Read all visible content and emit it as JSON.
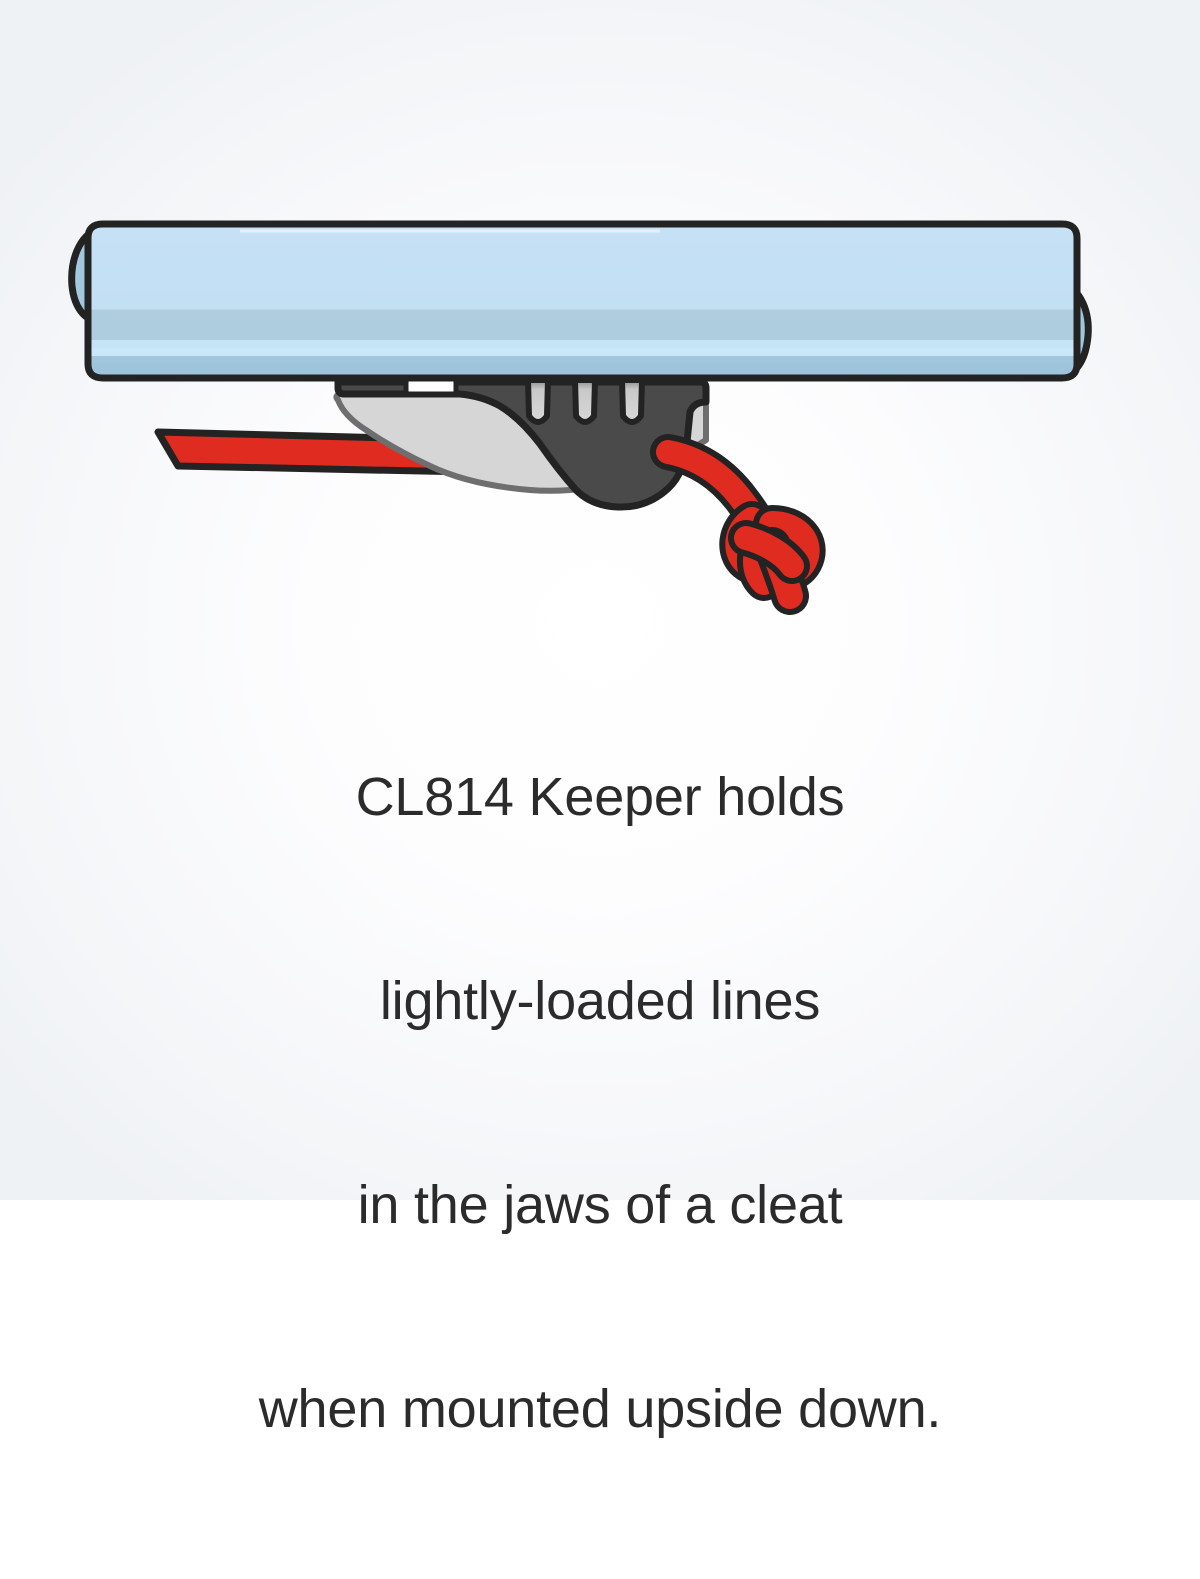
{
  "scene": {
    "title": "CL814 Keeper cleat illustration",
    "background": {
      "center_color": "#ffffff",
      "edge_color": "#eff2f5"
    }
  },
  "caption": {
    "color": "#2b2b2b",
    "lines": [
      "CL814 Keeper holds",
      "lightly-loaded lines",
      "in the jaws of a cleat",
      "when mounted upside down."
    ],
    "full_text": "CL814 Keeper holds lightly-loaded lines in the jaws of a cleat when mounted upside down."
  },
  "parts": {
    "tube": {
      "label": "boom-tube",
      "outline_color": "#232323",
      "body_color": "#c2dff3",
      "band_mid_color": "#b0cedf",
      "band_light_color": "#c8e6f8",
      "band_dark_color": "#9cc3d9",
      "end_cap_color": "#9dc4da"
    },
    "cleat": {
      "label": "clamcleat-body",
      "color": "#4a4a4a",
      "outline_color": "#232323",
      "slot_count": 3,
      "slot_fill": "#cfcfcf",
      "fastener_slot_color": "#ffffff"
    },
    "keeper": {
      "label": "cl814-keeper",
      "color": "#d4d4d4",
      "outline_color": "#6e6e6e"
    },
    "rope": {
      "label": "red-line",
      "color": "#e02b20",
      "outline_color": "#232323",
      "knot": "overhand-stopper-knot"
    }
  }
}
